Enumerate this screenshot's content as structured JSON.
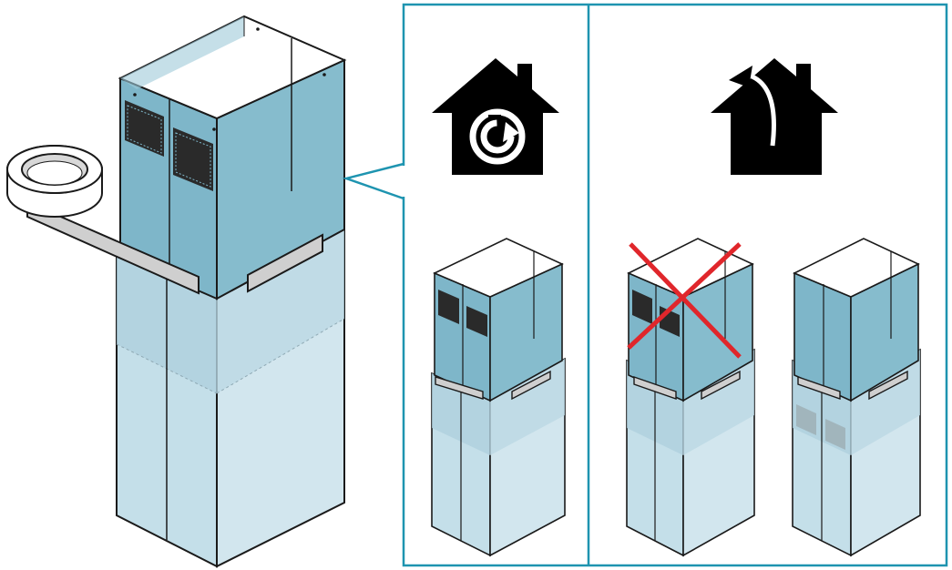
{
  "diagram": {
    "main_assembly": {
      "parts": [
        "upper-duct",
        "lower-duct",
        "tape-roll"
      ]
    },
    "panels": [
      {
        "id": "recirculation",
        "icon": "house-recirculation-icon",
        "variants": [
          {
            "id": "vents-visible",
            "status": "correct"
          }
        ]
      },
      {
        "id": "extraction",
        "icon": "house-extraction-icon",
        "variants": [
          {
            "id": "vents-visible",
            "status": "incorrect",
            "mark": "red-cross-icon"
          },
          {
            "id": "vents-hidden",
            "status": "correct"
          }
        ]
      }
    ]
  },
  "colors": {
    "duct_upper": "#7eb6c9",
    "duct_upper_side": "#6fa9bd",
    "duct_lower": "#c4dfe9",
    "duct_lower_pale": "#dcebf2",
    "frame": "#1e94b0",
    "cross": "#e0262b",
    "tape": "#cfcfcf",
    "outline": "#1a1a1a"
  }
}
